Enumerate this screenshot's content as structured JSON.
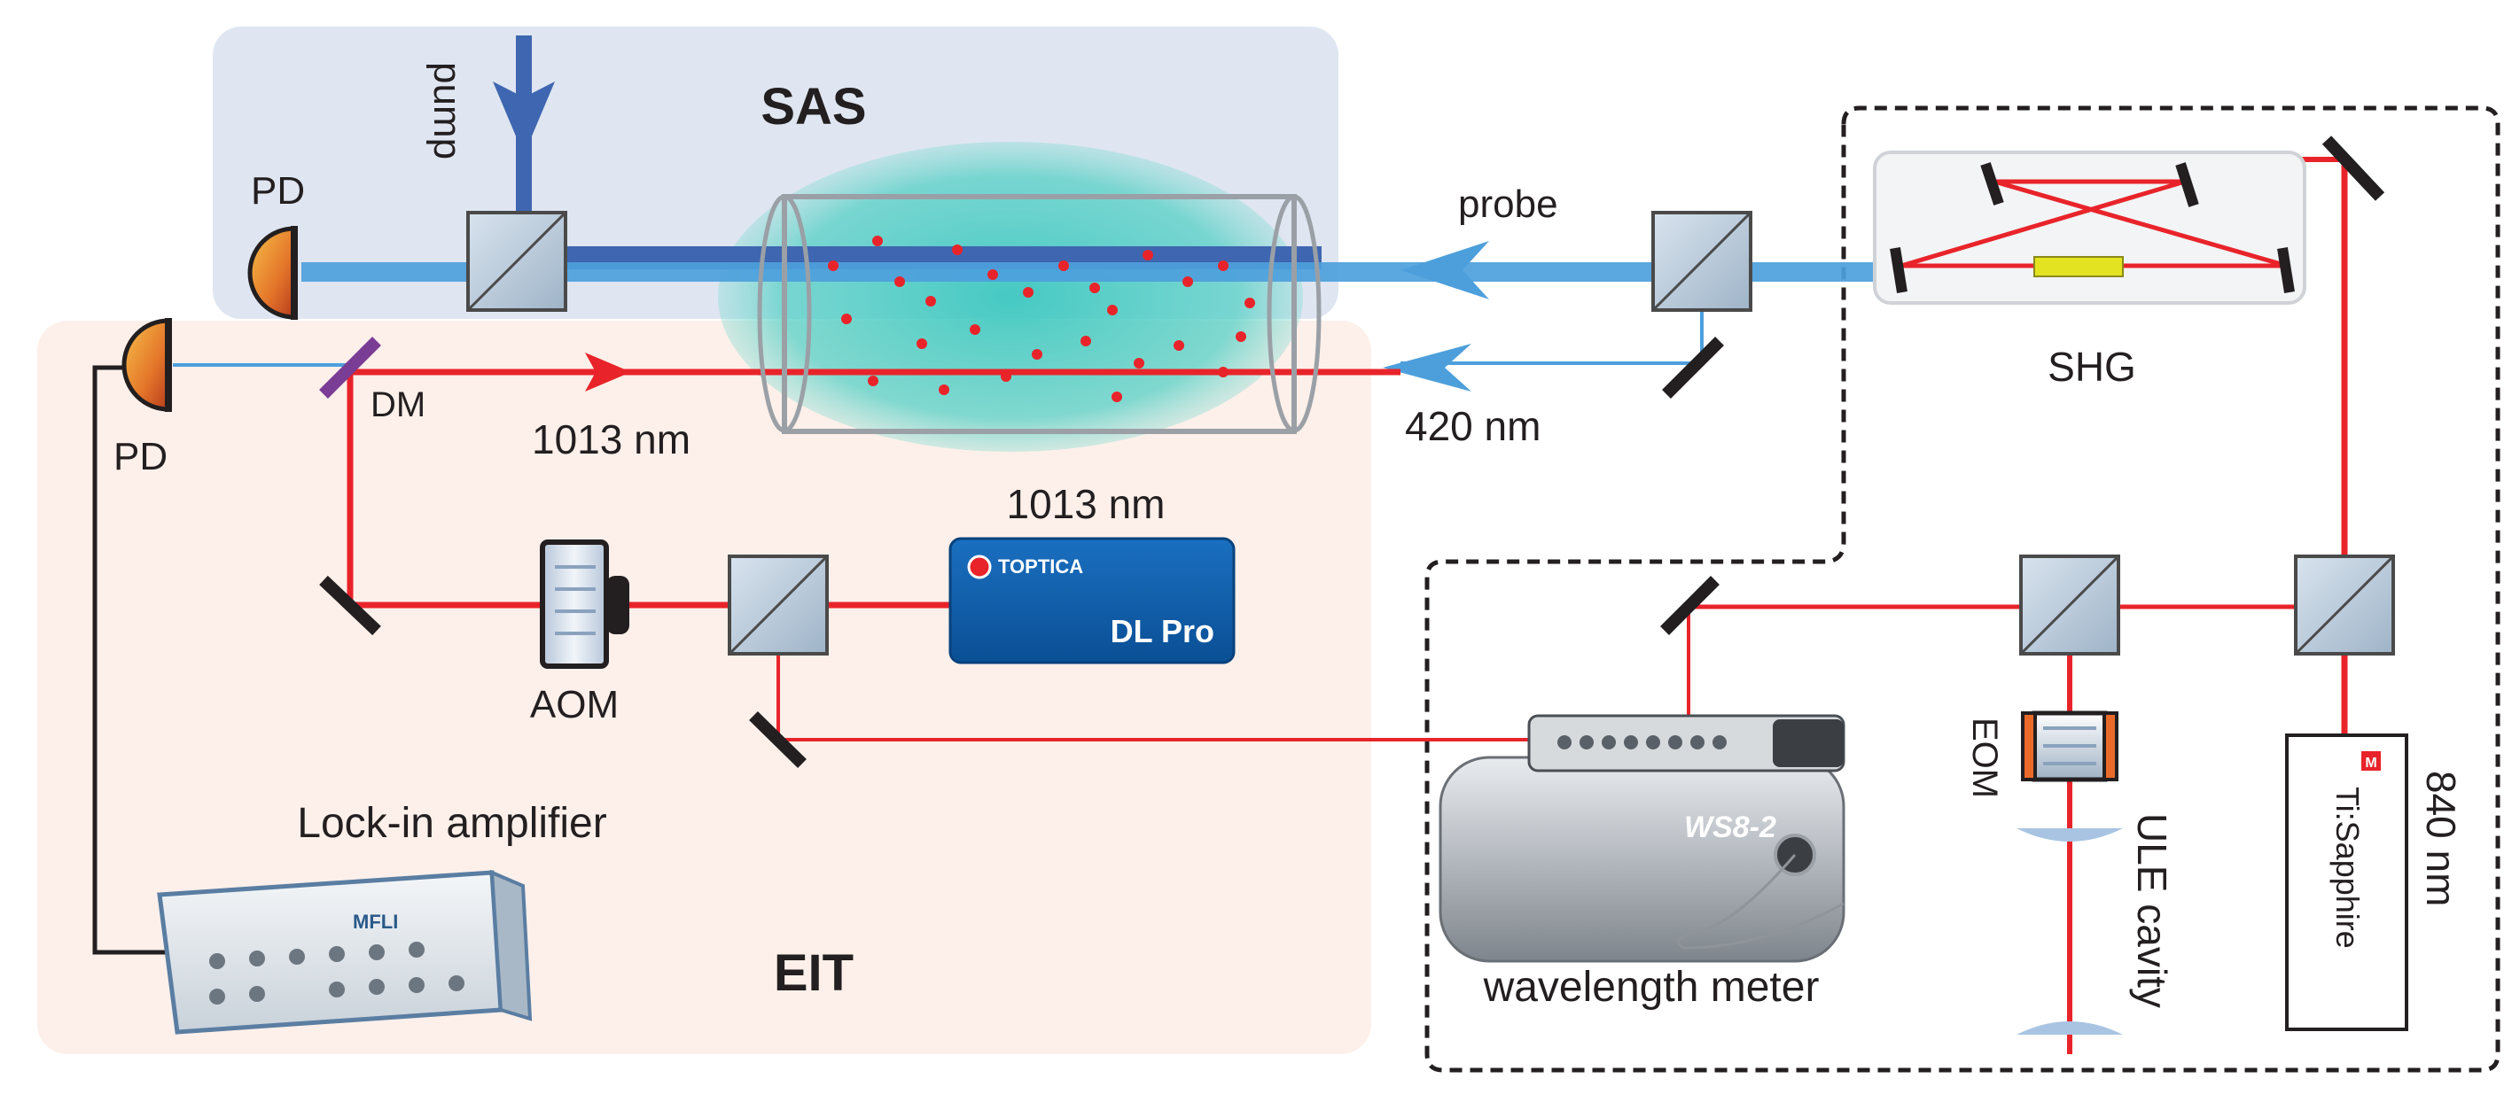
{
  "regions": {
    "sas": "SAS",
    "eit": "EIT"
  },
  "labels": {
    "pump": "pump",
    "probe": "probe",
    "pd_top": "PD",
    "pd_bottom": "PD",
    "dm": "DM",
    "beam_1013": "1013 nm",
    "beam_420": "420 nm",
    "laser_1013": "1013 nm",
    "aom": "AOM",
    "shg": "SHG",
    "eom": "EOM",
    "ule_cavity": "ULE cavity",
    "ti_sapphire": "Ti:Sapphire",
    "wavelength_840": "840 nm",
    "lockin": "Lock-in amplifier",
    "wavemeter": "wavelength meter"
  },
  "devices": {
    "toptica_brand": "TOPTICA",
    "toptica_model": "DL Pro",
    "msquared_logo": "M",
    "lockin_brand": "MFLI",
    "wavemeter_model": "WS8-2"
  },
  "colors": {
    "red_beam": "#e8242a",
    "blue_beam": "#4d9fdc",
    "pump_beam": "#3f66b0",
    "sas_region": "#dfe6f1",
    "eit_region": "#fdf0ea",
    "toptica_blue": "#0d5fae",
    "dm_purple": "#7a3d95",
    "vapor": "#3dc8c0"
  }
}
